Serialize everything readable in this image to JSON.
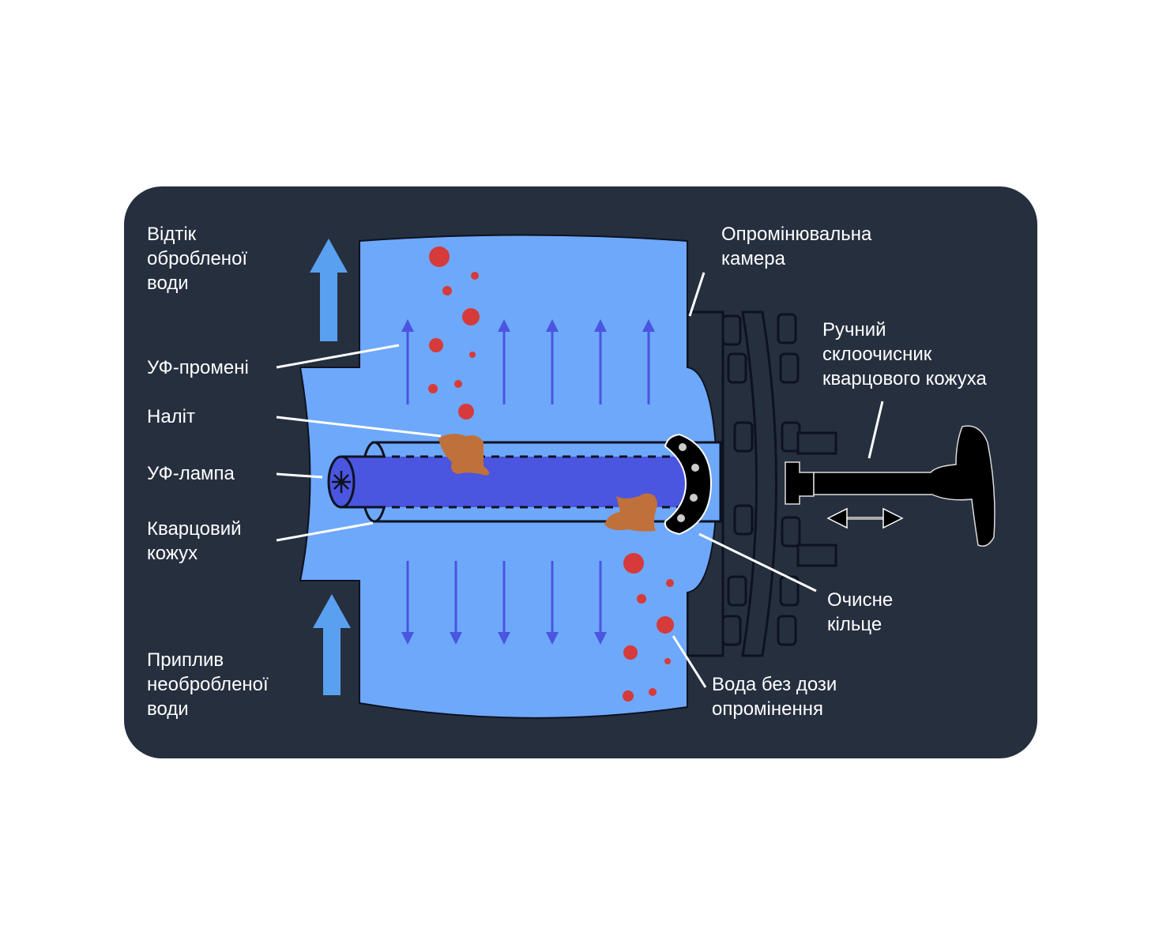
{
  "colors": {
    "panel": "#262f3e",
    "water": "#6ea8fa",
    "lamp": "#4a55e0",
    "pathogen": "#d63a3a",
    "deposit": "#c0703a",
    "flow_arrow": "#4a55e0",
    "big_arrow": "#5aa0f0"
  },
  "labels": {
    "outflow": [
      "Відтік",
      "обробленої",
      "води"
    ],
    "uv_rays": [
      "УФ-промені"
    ],
    "deposit": [
      "Наліт"
    ],
    "uv_lamp": [
      "УФ-лампа"
    ],
    "quartz_sleeve": [
      "Кварцовий",
      "кожух"
    ],
    "inflow": [
      "Приплив",
      "необробленої",
      "води"
    ],
    "chamber": [
      "Опромінювальна",
      "камера"
    ],
    "wiper": [
      "Ручний",
      "склоочисник",
      "кварцового кожуха"
    ],
    "wiper_ring": [
      "Очисне",
      "кільце"
    ],
    "untreated": [
      "Вода без дози",
      "опромінення"
    ]
  }
}
